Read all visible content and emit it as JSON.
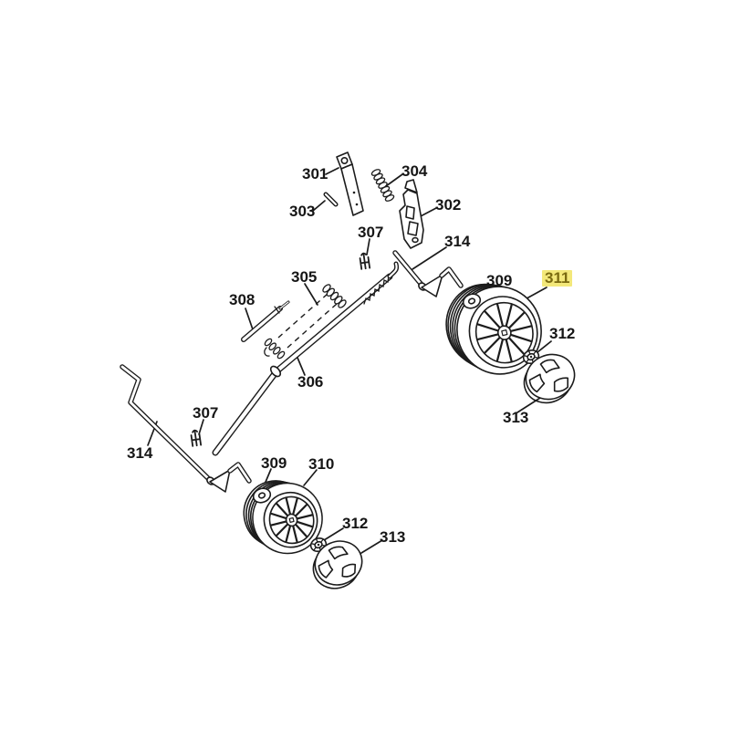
{
  "diagram": {
    "type": "exploded-parts-diagram",
    "background_color": "#ffffff",
    "line_color": "#1c1c1c",
    "label_color": "#161616",
    "highlight": {
      "background": "#f3e87a",
      "text_color": "#7a6a10"
    },
    "selected_part": "311",
    "callouts": [
      {
        "part": "301",
        "text": "301",
        "highlighted": false
      },
      {
        "part": "303",
        "text": "303",
        "highlighted": false
      },
      {
        "part": "304",
        "text": "304",
        "highlighted": false
      },
      {
        "part": "302",
        "text": "302",
        "highlighted": false
      },
      {
        "part": "307",
        "text": "307",
        "highlighted": false
      },
      {
        "part": "314",
        "text": "314",
        "highlighted": false
      },
      {
        "part": "305",
        "text": "305",
        "highlighted": false
      },
      {
        "part": "308",
        "text": "308",
        "highlighted": false
      },
      {
        "part": "309",
        "text": "309",
        "highlighted": false
      },
      {
        "part": "311",
        "text": "311",
        "highlighted": true
      },
      {
        "part": "312",
        "text": "312",
        "highlighted": false
      },
      {
        "part": "306",
        "text": "306",
        "highlighted": false
      },
      {
        "part": "313",
        "text": "313",
        "highlighted": false
      },
      {
        "part": "307",
        "text": "307",
        "highlighted": false
      },
      {
        "part": "314",
        "text": "314",
        "highlighted": false
      },
      {
        "part": "309",
        "text": "309",
        "highlighted": false
      },
      {
        "part": "310",
        "text": "310",
        "highlighted": false
      },
      {
        "part": "312",
        "text": "312",
        "highlighted": false
      },
      {
        "part": "313",
        "text": "313",
        "highlighted": false
      }
    ]
  }
}
